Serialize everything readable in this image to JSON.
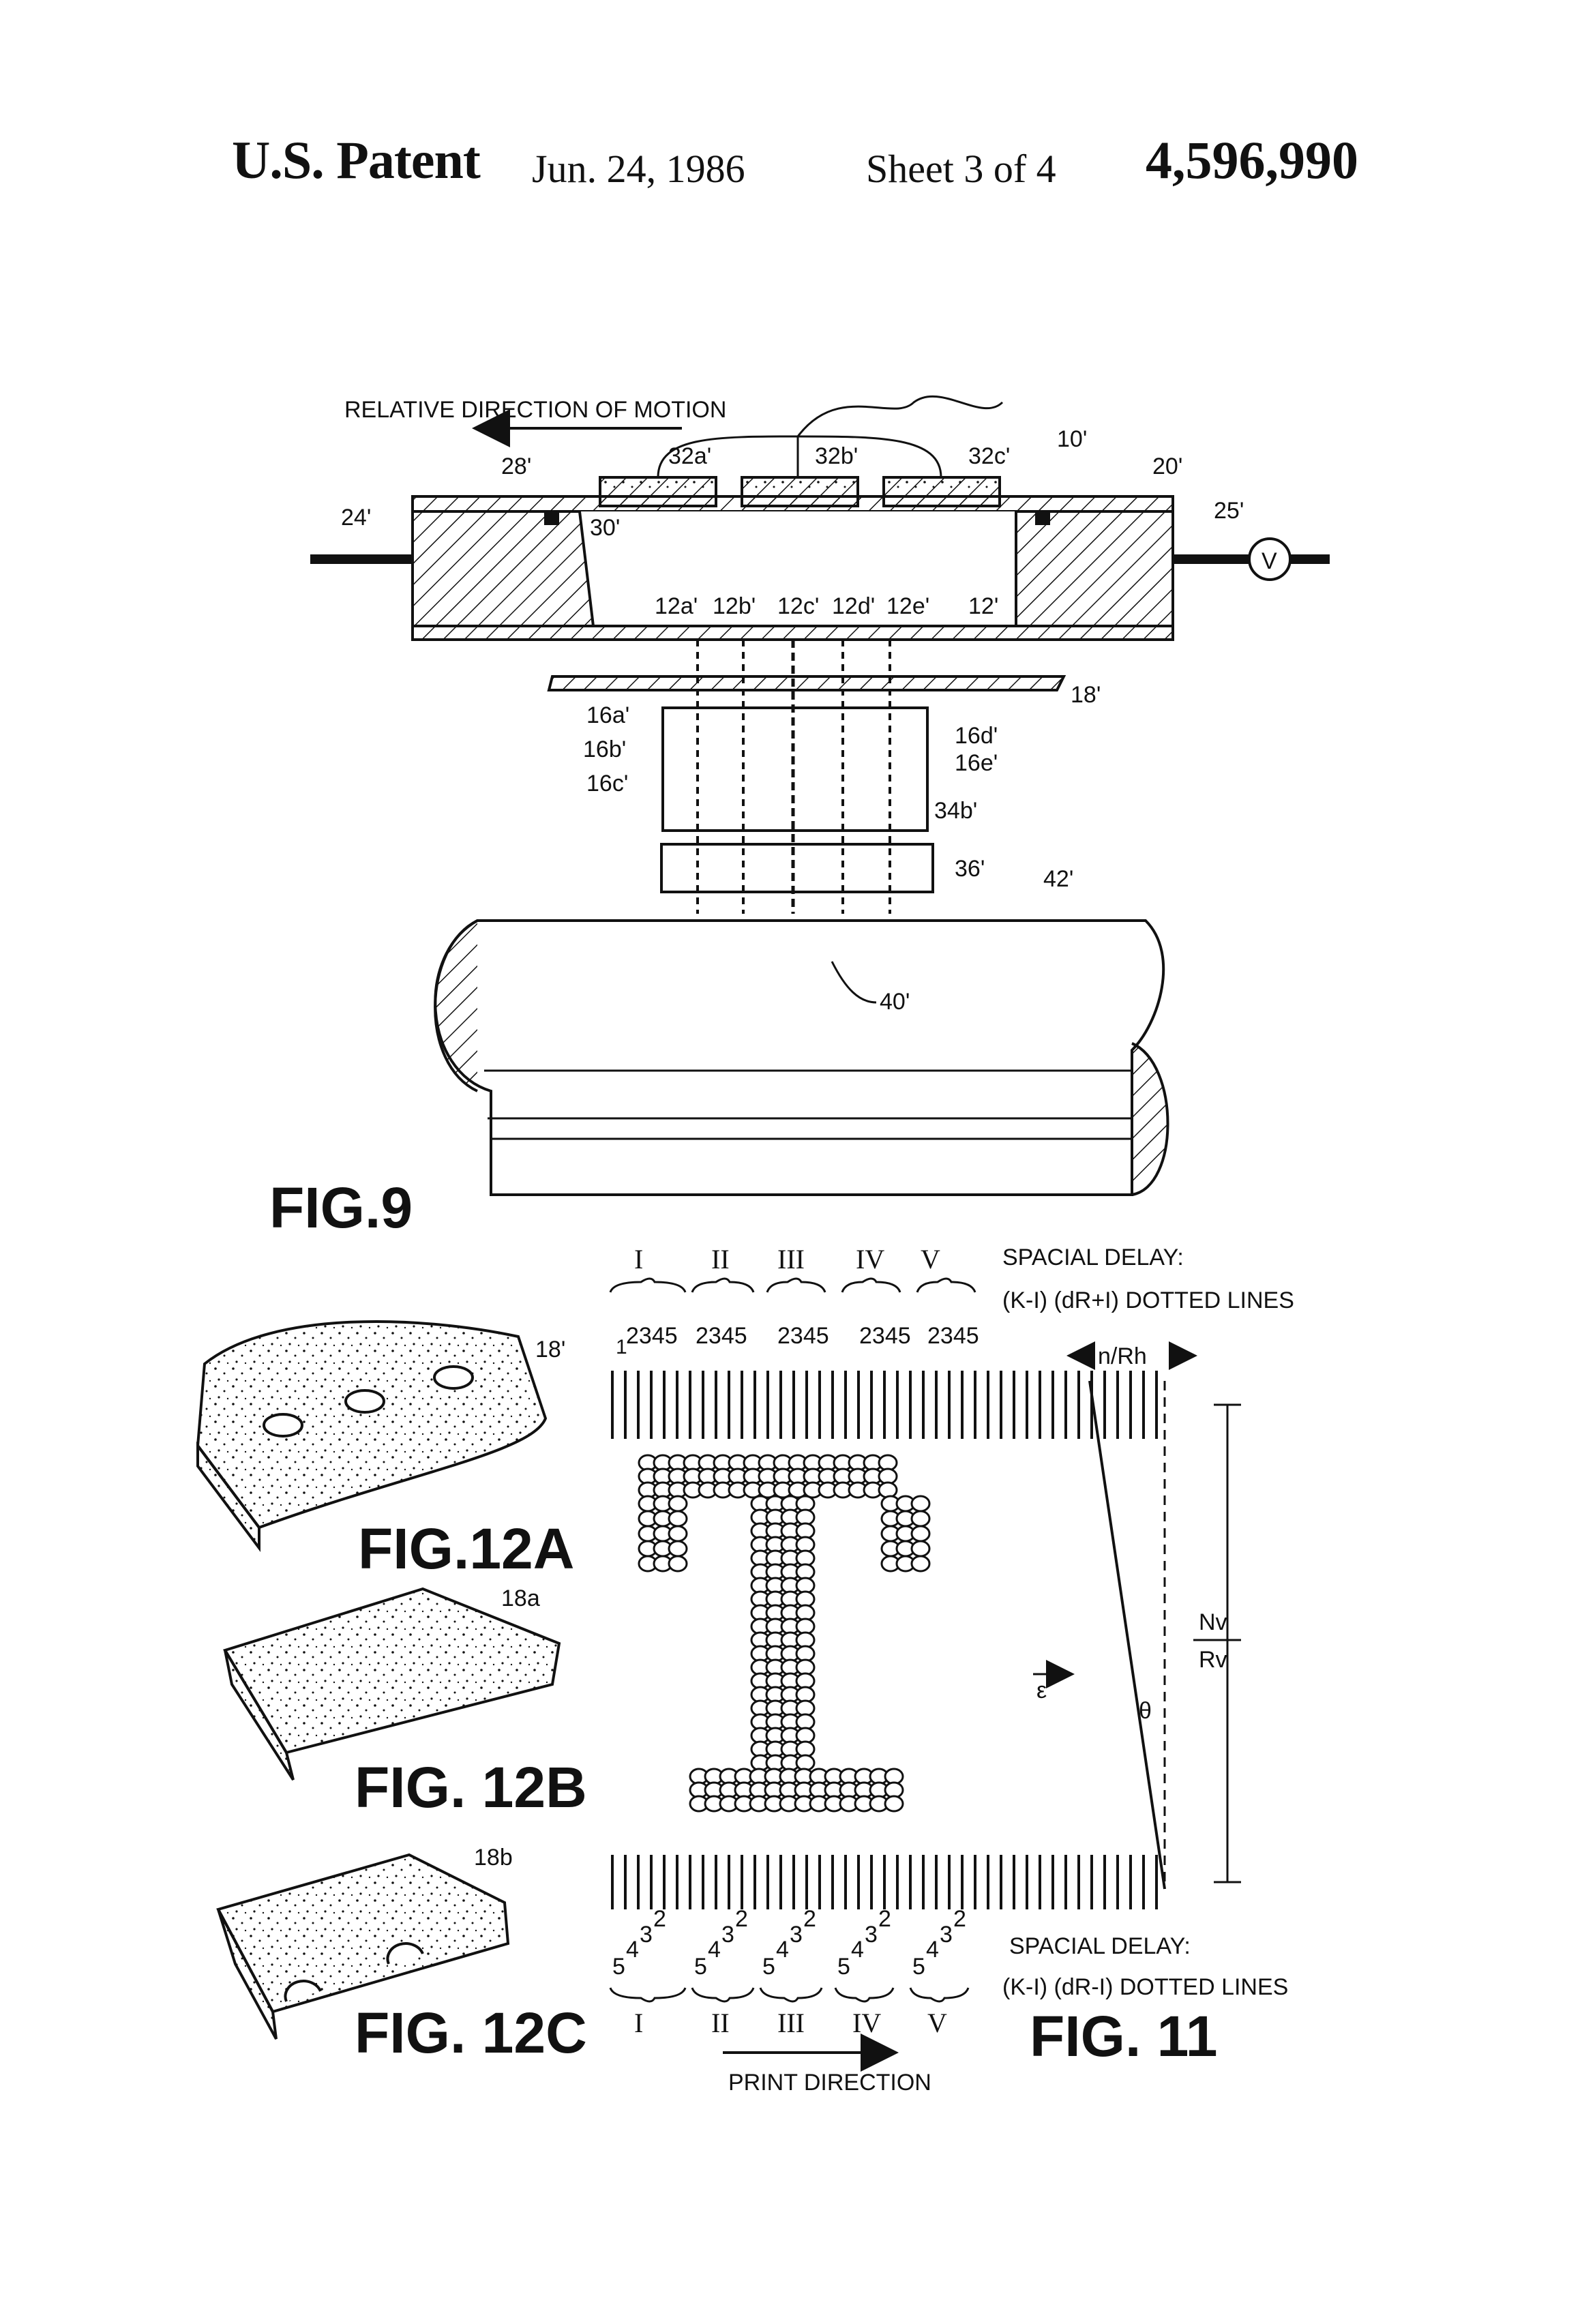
{
  "header": {
    "title": "U.S. Patent",
    "date": "Jun. 24, 1986",
    "sheet": "Sheet 3 of 4",
    "patent_number": "4,596,990"
  },
  "fig9": {
    "caption": "FIG.9",
    "direction_label": "RELATIVE DIRECTION OF MOTION",
    "ref_10": "10'",
    "ref_20": "20'",
    "ref_24": "24'",
    "ref_25": "25'",
    "ref_28": "28'",
    "ref_30": "30'",
    "ref_32a": "32a'",
    "ref_32b": "32b'",
    "ref_32c": "32c'",
    "ref_12": "12'",
    "ref_12a": "12a'",
    "ref_12b": "12b'",
    "ref_12c": "12c'",
    "ref_12d": "12d'",
    "ref_12e": "12e'",
    "ref_16a": "16a'",
    "ref_16b": "16b'",
    "ref_16c": "16c'",
    "ref_16d": "16d'",
    "ref_16e": "16e'",
    "ref_18": "18'",
    "ref_34b": "34b'",
    "ref_36": "36'",
    "ref_40": "40'",
    "ref_42": "42'",
    "voltmeter": "V"
  },
  "fig12": {
    "caption_a": "FIG.12A",
    "caption_b": "FIG. 12B",
    "caption_c": "FIG. 12C",
    "ref_a": "18'",
    "ref_b": "18a",
    "ref_c": "18b"
  },
  "fig11": {
    "caption": "FIG. 11",
    "top_delay_title": "SPACIAL DELAY:",
    "top_delay_formula": "(K-I) (dR+I) DOTTED LINES",
    "bottom_delay_title": "SPACIAL DELAY:",
    "bottom_delay_formula": "(K-I) (dR-I) DOTTED LINES",
    "groups": [
      "I",
      "II",
      "III",
      "IV",
      "V"
    ],
    "group_digits_top": "2345",
    "group_digit_one": "1",
    "spacing_label": "n/Rh",
    "nv_label": "Nv",
    "rv_label": "Rv",
    "epsilon_label": "ε",
    "theta_label": "θ",
    "print_direction": "PRINT DIRECTION"
  }
}
